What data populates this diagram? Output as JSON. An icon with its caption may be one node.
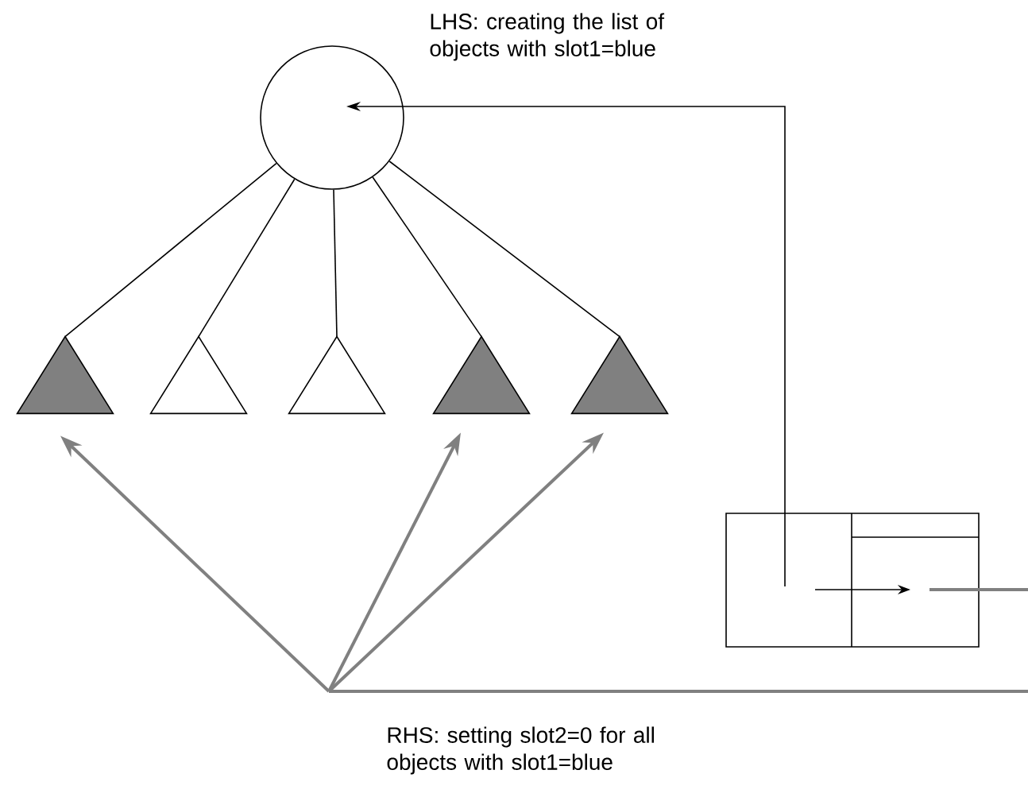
{
  "diagram": {
    "nodes": [
      {
        "text": [],
        "shape": "circle"
      },
      {
        "text": [],
        "shape": "triangle"
      },
      {
        "text": [],
        "shape": "triangle"
      },
      {
        "text": [],
        "shape": "triangle"
      },
      {
        "text": [],
        "shape": "triangle"
      },
      {
        "text": [],
        "shape": "triangle"
      },
      {
        "text": [],
        "shape": "box"
      }
    ],
    "edges": [
      {
        "from": 0,
        "to": 1,
        "arrow": "none"
      },
      {
        "from": 0,
        "to": 2,
        "arrow": "none"
      },
      {
        "from": 0,
        "to": 3,
        "arrow": "none"
      },
      {
        "from": 0,
        "to": 4,
        "arrow": "none"
      },
      {
        "from": 0,
        "to": 5,
        "arrow": "none"
      },
      {
        "from": 6,
        "to": 0,
        "arrow": "to"
      },
      {
        "from": null,
        "to": 1,
        "arrow": "to",
        "color": "#808080"
      },
      {
        "from": null,
        "to": 4,
        "arrow": "to",
        "color": "#808080"
      },
      {
        "from": null,
        "to": 5,
        "arrow": "to",
        "color": "#808080"
      },
      {
        "from": 6,
        "to": null,
        "arrow": "none",
        "color": "#808080"
      }
    ],
    "labels": [
      "LHS: creating the list of objects with slot1=blue",
      "RHS: setting slot2=0 for all objects with slot1=blue"
    ]
  }
}
